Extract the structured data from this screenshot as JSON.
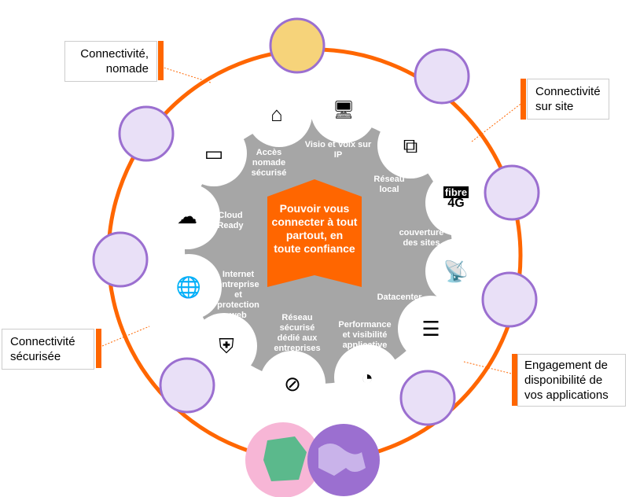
{
  "title": "Pouvoir vous connecter à tout partout, en toute confiance",
  "callouts": {
    "nomade": "Connectivité, nomade",
    "site": "Connectivité sur site",
    "securisee": "Connectivité sécurisée",
    "engagement": "Engagement de disponibilité de vos applications"
  },
  "services": [
    {
      "label": "Accès nomade sécurisé",
      "icon": "home-luggage-icon"
    },
    {
      "label": "Visio et Voix sur IP",
      "icon": "video-call-icon"
    },
    {
      "label": "Réseau local",
      "icon": "network-icon"
    },
    {
      "label": "couverture des sites",
      "icon": "fibre-4g-icon"
    },
    {
      "label": "Datacenter",
      "icon": "wifi-satellite-icon"
    },
    {
      "label": "Performance et visibilité applicative",
      "icon": "server-icon"
    },
    {
      "label": "Réseau sécurisé dédié aux entreprises",
      "icon": "gauge-icon"
    },
    {
      "label": "Internet entreprise et protection web",
      "icon": "globe-lock-icon"
    },
    {
      "label": "Cloud Ready",
      "icon": "cloud-icon"
    }
  ],
  "fibre_text": "fibre",
  "g4_text": "4G",
  "colors": {
    "orange": "#ff6600",
    "purple": "#9b6fd0",
    "gray": "#a6a6a6"
  }
}
